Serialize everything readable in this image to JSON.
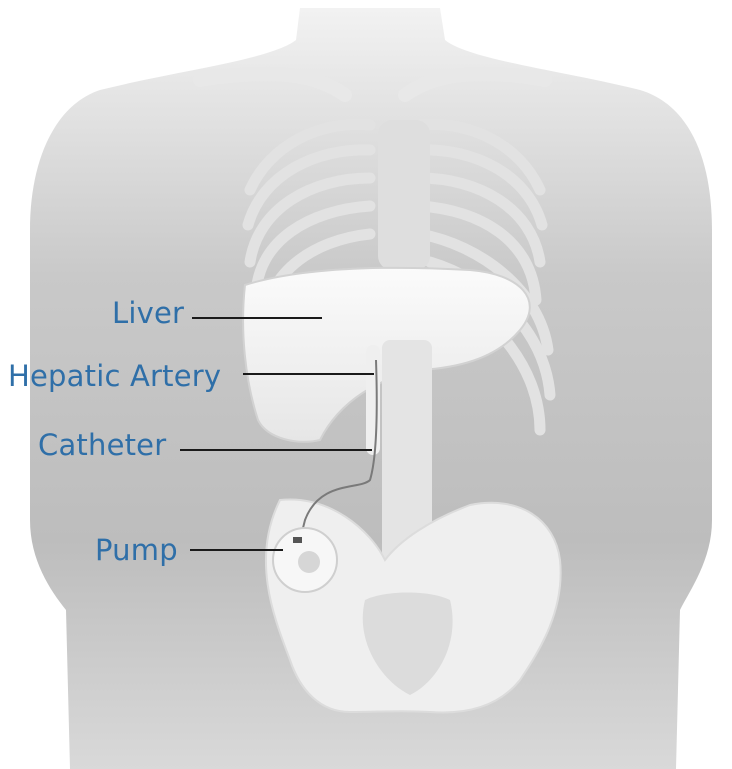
{
  "labels": {
    "liver": "Liver",
    "hepatic_artery": "Hepatic Artery",
    "catheter": "Catheter",
    "pump": "Pump"
  },
  "colors": {
    "label_text": "#2f6fa8",
    "leader_line": "#1a1a1a",
    "background": "#ffffff"
  }
}
